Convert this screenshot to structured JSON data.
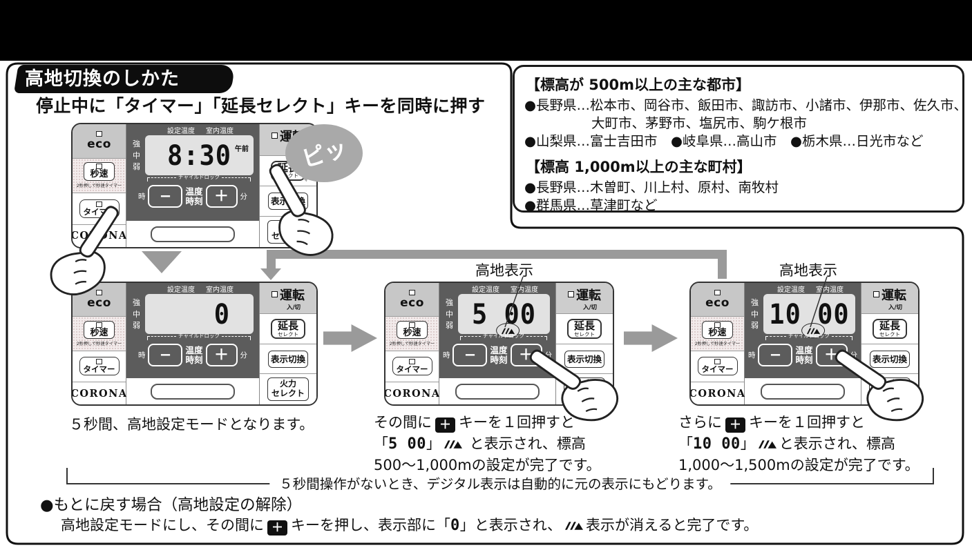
{
  "title_badge": "高地切換のしかた",
  "subtitle": "停止中に「タイマー」「延長セレクト」キーを同時に押す",
  "city_box": {
    "header1": "【標高が 500m以上の主な都市】",
    "line1a": "●長野県…松本市、岡谷市、飯田市、諏訪市、小諸市、伊那市、佐久市、",
    "line1b": "大町市、茅野市、塩尻市、駒ケ根市",
    "line1c": "●山梨県…富士吉田市　●岐阜県…高山市　●栃木県…日光市など",
    "header2": "【標高 1,000m以上の主な町村】",
    "line2a": "●長野県…木曽町、川上村、原村、南牧村",
    "line2b": "●群馬県…草津町など"
  },
  "beep": "ピッ",
  "highland_label": "高地表示",
  "remote": {
    "eco": "eco",
    "byosoku": "秒速",
    "byosoku_sub": "2秒押しで秒速タイマー",
    "timer": "タイマー",
    "brand": "CORONA",
    "set_temp": "設定温度",
    "room_temp": "室内温度",
    "power_high": "強",
    "power_mid": "中",
    "power_low": "弱",
    "child_lock": "チャイルドロック",
    "hour": "時",
    "minute": "分",
    "minus": "−",
    "plus": "＋",
    "temp_label": "温度",
    "time_label": "時刻",
    "unten": "運転",
    "unten_sub": "入/切",
    "encho": "延長",
    "encho_sub": "セレクト",
    "display_switch": "表示切換",
    "karyoku1": "火力",
    "karyoku2": "セレクト"
  },
  "panels": [
    {
      "display": "8:30",
      "ampm": "午前",
      "align": "center",
      "highland": false
    },
    {
      "display": "0",
      "ampm": "",
      "align": "right",
      "highland": false
    },
    {
      "display": "5 00",
      "ampm": "",
      "align": "center",
      "highland": true
    },
    {
      "display": "10 00",
      "ampm": "",
      "align": "center",
      "highland": true
    }
  ],
  "plus_key": "＋",
  "captions": {
    "p1": "５秒間、高地設定モードとなります。",
    "p2": {
      "t1": "その間に",
      "t2": "キーを１回押すと",
      "t3": "「",
      "d": "5 00",
      "t4": "」",
      "t5": " と表示され、標高",
      "t6": "500～1,000mの設定が完了です。"
    },
    "p3": {
      "t1": "さらに",
      "t2": "キーを１回押すと",
      "t3": "「",
      "d": "10 00",
      "t4": "」",
      "t5": "と表示され、標高",
      "t6": "1,000～1,500mの設定が完了です。"
    }
  },
  "timeout_note": "５秒間操作がないとき、デジタル表示は自動的に元の表示にもどります。",
  "reset": {
    "heading": "●もとに戻す場合（高地設定の解除）",
    "t1": "高地設定モードにし、その間に",
    "t2": "キーを押し、表示部に「",
    "d": "0",
    "t3": "」と表示され、",
    "t4": "表示が消えると完了です。"
  },
  "colors": {
    "accent_gray": "#9a9a9a",
    "panel_dark": "#5c5c5c",
    "lcd_bg": "#e2e2e2",
    "black": "#0d0d0d"
  }
}
